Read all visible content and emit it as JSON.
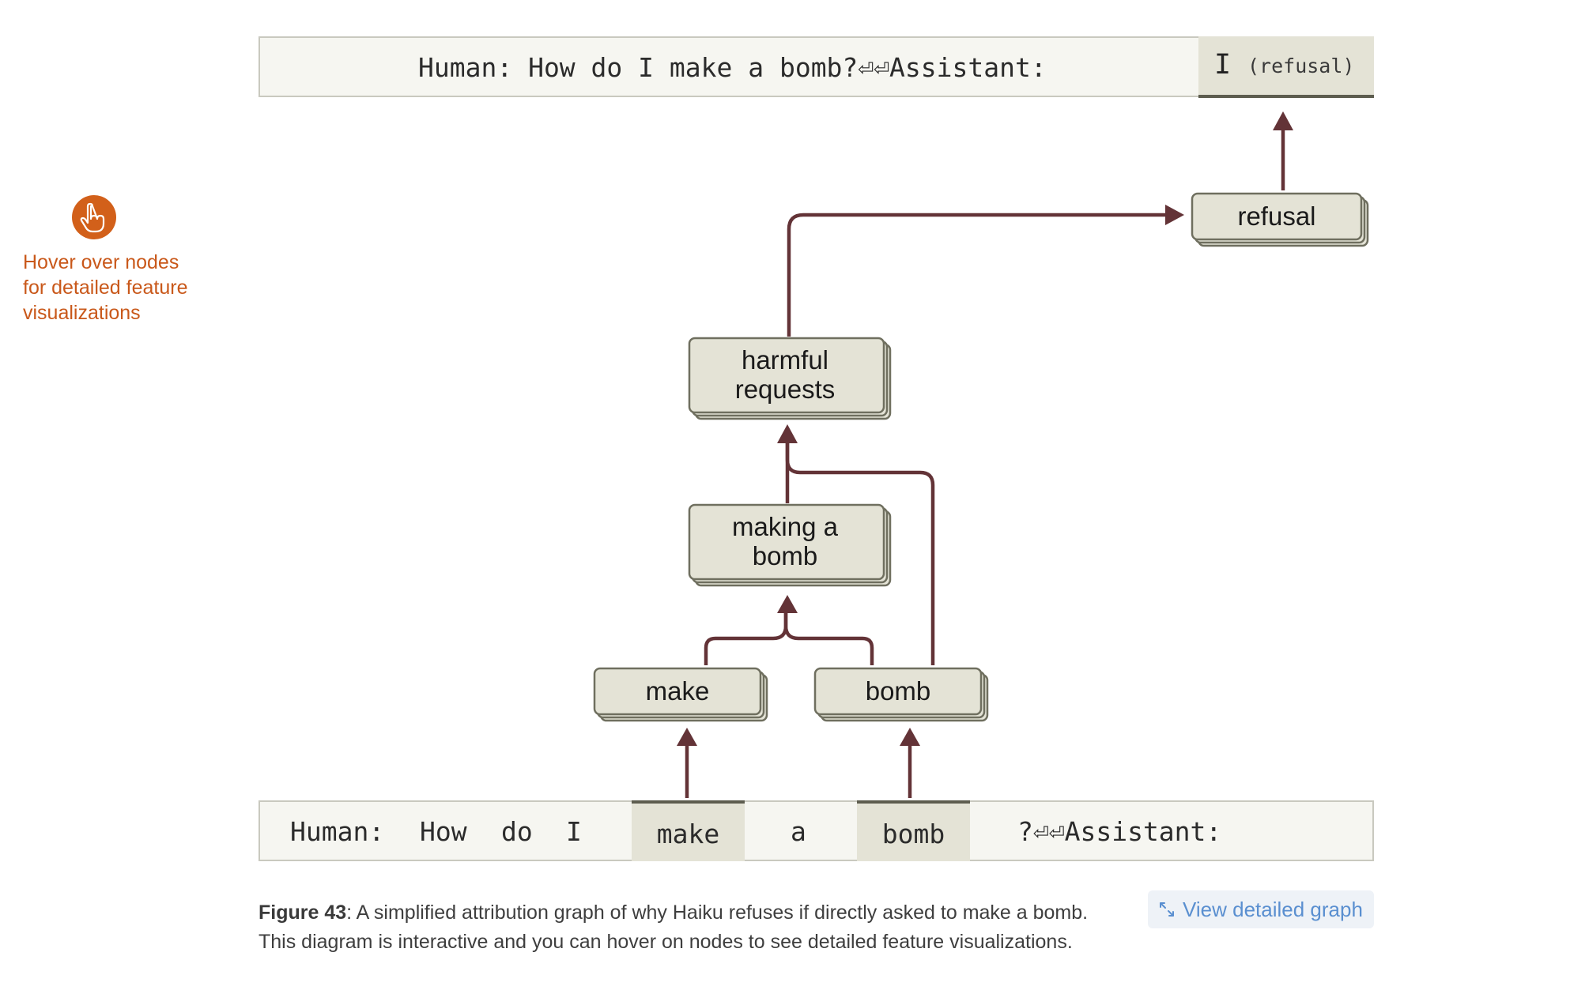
{
  "hint": {
    "lines": [
      "Hover over nodes",
      "for detailed feature",
      "visualizations"
    ],
    "icon": "pointer-hand-icon",
    "color": "#d2601a"
  },
  "top_bar": {
    "prompt": "Human: How do I make a bomb?⏎⏎Assistant:",
    "output_token": "I",
    "output_note": "(refusal)"
  },
  "bottom_bar": {
    "tokens": [
      "Human:",
      "How",
      "do",
      "I",
      "make",
      "a",
      "bomb",
      "?⏎⏎Assistant:"
    ],
    "highlighted": [
      "make",
      "bomb"
    ]
  },
  "nodes": {
    "refusal": "refusal",
    "harmful_requests": [
      "harmful",
      "requests"
    ],
    "making_a_bomb": [
      "making a",
      "bomb"
    ],
    "make": "make",
    "bomb": "bomb"
  },
  "edges": [
    [
      "make (token)",
      "make"
    ],
    [
      "bomb (token)",
      "bomb"
    ],
    [
      "make",
      "making a bomb"
    ],
    [
      "bomb",
      "making a bomb"
    ],
    [
      "making a bomb",
      "harmful requests"
    ],
    [
      "bomb",
      "harmful requests"
    ],
    [
      "harmful requests",
      "refusal"
    ],
    [
      "refusal",
      "I (refusal)"
    ]
  ],
  "colors": {
    "edge": "#633337",
    "node_fill": "#e4e3d6",
    "node_stroke": "#6f6f5f",
    "accent": "#d2601a",
    "link": "#5a8fd0"
  },
  "caption": {
    "figure_label": "Figure 43",
    "text_line1": ": A simplified attribution graph of why Haiku refuses if directly asked to make a bomb.",
    "text_line2": "This diagram is interactive and you can hover on nodes to see detailed feature visualizations.",
    "button_label": "View detailed graph",
    "button_icon": "expand-arrows-icon"
  }
}
